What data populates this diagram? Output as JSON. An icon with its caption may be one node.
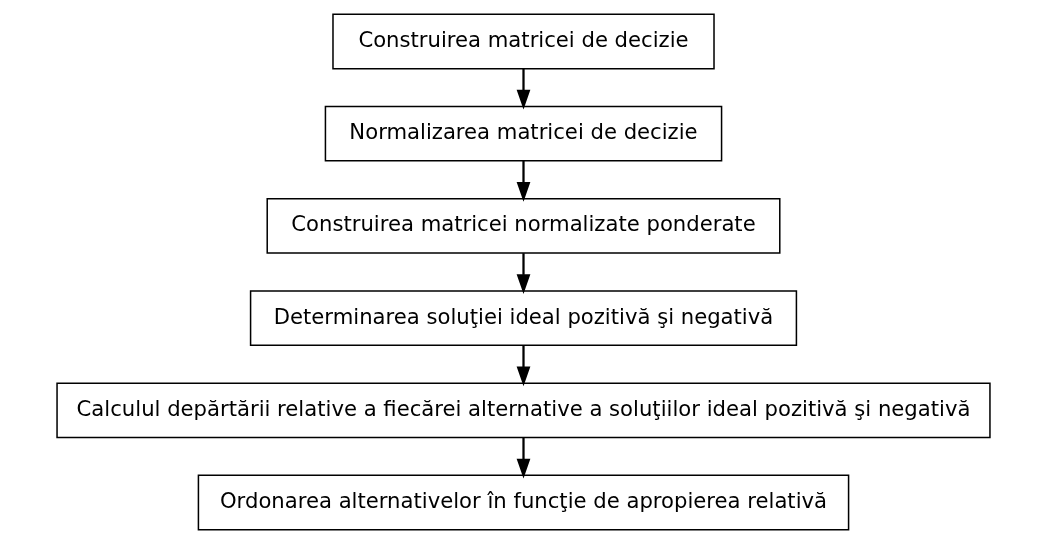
{
  "diagram": {
    "nodes": [
      {
        "text": [
          "Construirea matricei de decizie"
        ]
      },
      {
        "text": [
          "Normalizarea matricei de decizie"
        ]
      },
      {
        "text": [
          "Construirea matricei normalizate ponderate"
        ]
      },
      {
        "text": [
          "Determinarea soluţiei ideal pozitivă şi negativă"
        ]
      },
      {
        "text": [
          "Calculul depărtării relative a fiecărei alternative a soluţiilor ideal pozitivă şi negativă"
        ]
      },
      {
        "text": [
          "Ordonarea alternativelor în funcţie de apropierea relativă"
        ]
      }
    ],
    "edges": [
      {
        "from": 0,
        "to": 1,
        "arrow": "to"
      },
      {
        "from": 1,
        "to": 2,
        "arrow": "to"
      },
      {
        "from": 2,
        "to": 3,
        "arrow": "to"
      },
      {
        "from": 3,
        "to": 4,
        "arrow": "to"
      },
      {
        "from": 4,
        "to": 5,
        "arrow": "to"
      }
    ]
  }
}
